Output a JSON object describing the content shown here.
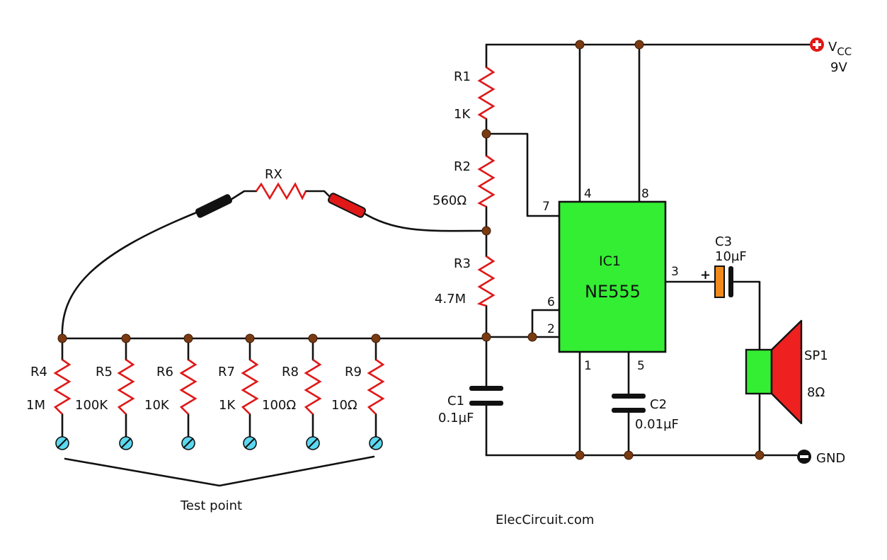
{
  "supply": {
    "name": "V",
    "sub": "CC",
    "voltage": "9V",
    "gnd": "GND"
  },
  "ic": {
    "ref": "IC1",
    "part": "NE555",
    "pins": {
      "p7": "7",
      "p4": "4",
      "p8": "8",
      "p3": "3",
      "p6": "6",
      "p2": "2",
      "p1": "1",
      "p5": "5"
    }
  },
  "resistors": {
    "r1": {
      "ref": "R1",
      "value": "1K"
    },
    "r2": {
      "ref": "R2",
      "value": "560Ω"
    },
    "r3": {
      "ref": "R3",
      "value": "4.7M"
    },
    "rx": {
      "ref": "RX"
    },
    "r4": {
      "ref": "R4",
      "value": "1M"
    },
    "r5": {
      "ref": "R5",
      "value": "100K"
    },
    "r6": {
      "ref": "R6",
      "value": "10K"
    },
    "r7": {
      "ref": "R7",
      "value": "1K"
    },
    "r8": {
      "ref": "R8",
      "value": "100Ω"
    },
    "r9": {
      "ref": "R9",
      "value": "10Ω"
    }
  },
  "capacitors": {
    "c1": {
      "ref": "C1",
      "value": "0.1µF"
    },
    "c2": {
      "ref": "C2",
      "value": "0.01µF"
    },
    "c3": {
      "ref": "C3",
      "value": "10µF",
      "polarity": "+"
    }
  },
  "speaker": {
    "ref": "SP1",
    "value": "8Ω"
  },
  "test_point_label": "Test point",
  "website": "ElecCircuit.com",
  "colors": {
    "resistor": "#e01818",
    "ic_fill": "#33ee33",
    "probe_red": "#e01818",
    "probe_black": "#111111",
    "cap_orange": "#f08a1c",
    "speaker_red": "#ee2020",
    "speaker_green": "#33ee33",
    "terminal": "#5ad8f0",
    "node": "#7a3a12"
  }
}
